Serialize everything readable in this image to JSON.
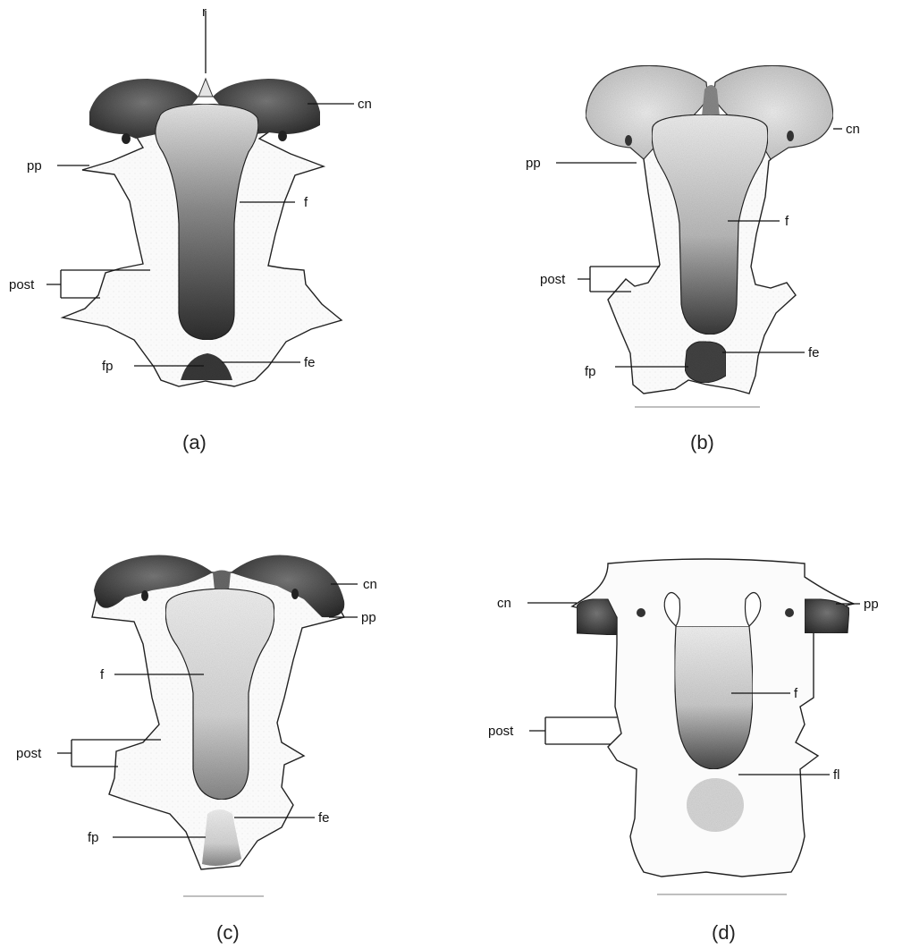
{
  "panels": [
    {
      "id": "a",
      "caption": "(a)",
      "labels": {
        "r": "r",
        "cn": "cn",
        "pp": "pp",
        "f": "f",
        "post": "post",
        "fp": "fp",
        "fe": "fe"
      }
    },
    {
      "id": "b",
      "caption": "(b)",
      "labels": {
        "cn": "cn",
        "pp": "pp",
        "f": "f",
        "post": "post",
        "fp": "fp",
        "fe": "fe"
      }
    },
    {
      "id": "c",
      "caption": "(c)",
      "labels": {
        "cn": "cn",
        "pp": "pp",
        "f": "f",
        "post": "post",
        "fp": "fp",
        "fe": "fe"
      }
    },
    {
      "id": "d",
      "caption": "(d)",
      "labels": {
        "pp": "pp",
        "cn": "cn",
        "f": "f",
        "post": "post",
        "fl": "fl"
      }
    }
  ]
}
